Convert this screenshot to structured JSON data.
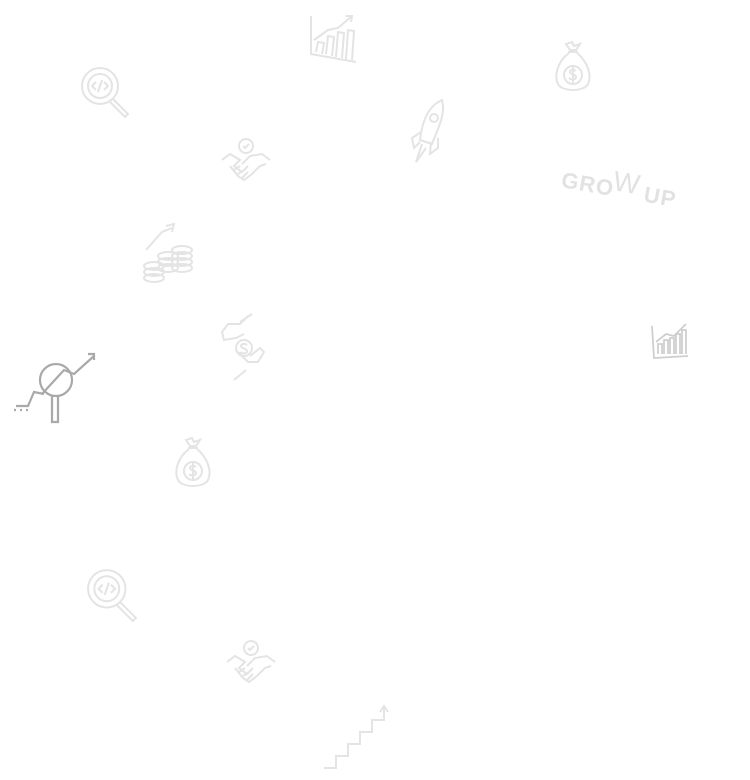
{
  "grow_up": {
    "word1": "GRO",
    "word2": "W",
    "word3": " UP"
  },
  "colors": {
    "background": "#ffffff",
    "icon_faint": "#e4e4e4",
    "icon_dark": "#a9a9a9"
  },
  "icons": [
    "code-search-icon",
    "bar-chart-icon",
    "money-bag-icon",
    "handshake-icon",
    "rocket-icon",
    "grow-up-icon",
    "coin-growth-icon",
    "money-exchange-icon",
    "analytics-icon",
    "chart-growth-icon",
    "money-bag-icon",
    "code-search-icon",
    "handshake-icon",
    "stairs-growth-icon"
  ]
}
